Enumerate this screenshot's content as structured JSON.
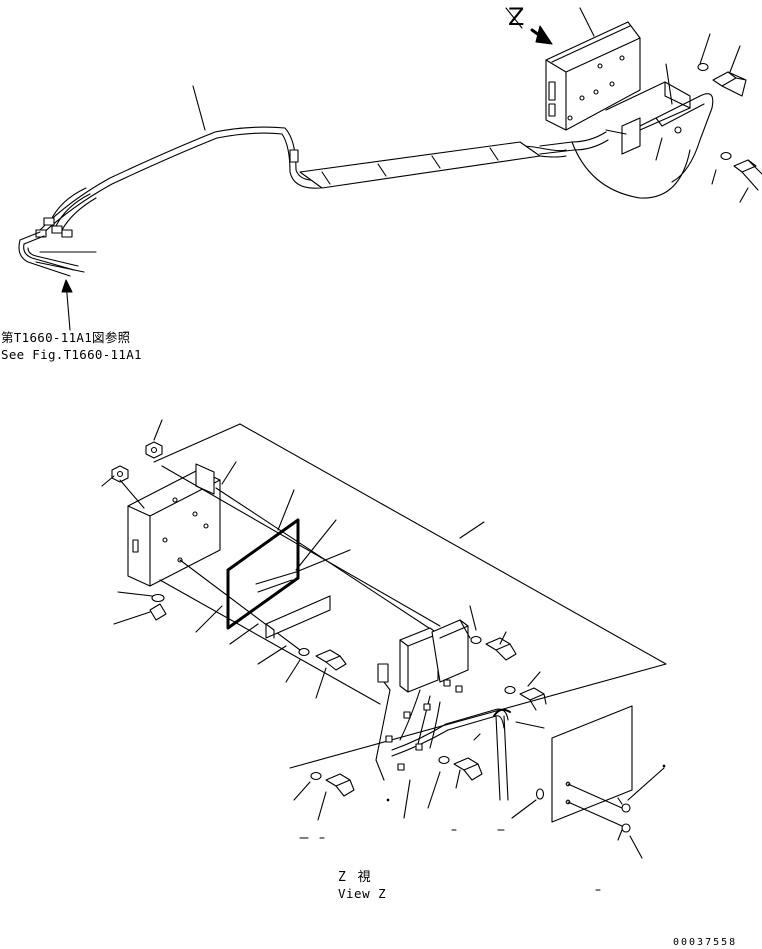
{
  "diagram": {
    "view_marker": "Z",
    "reference_jp": "第T1660-11A1図参照",
    "reference_en": "See Fig.T1660-11A1",
    "view_caption_jp": "Z 視",
    "view_caption_en": "View Z",
    "document_number": "00037558"
  },
  "colors": {
    "ink": "#000000",
    "paper": "#ffffff"
  }
}
